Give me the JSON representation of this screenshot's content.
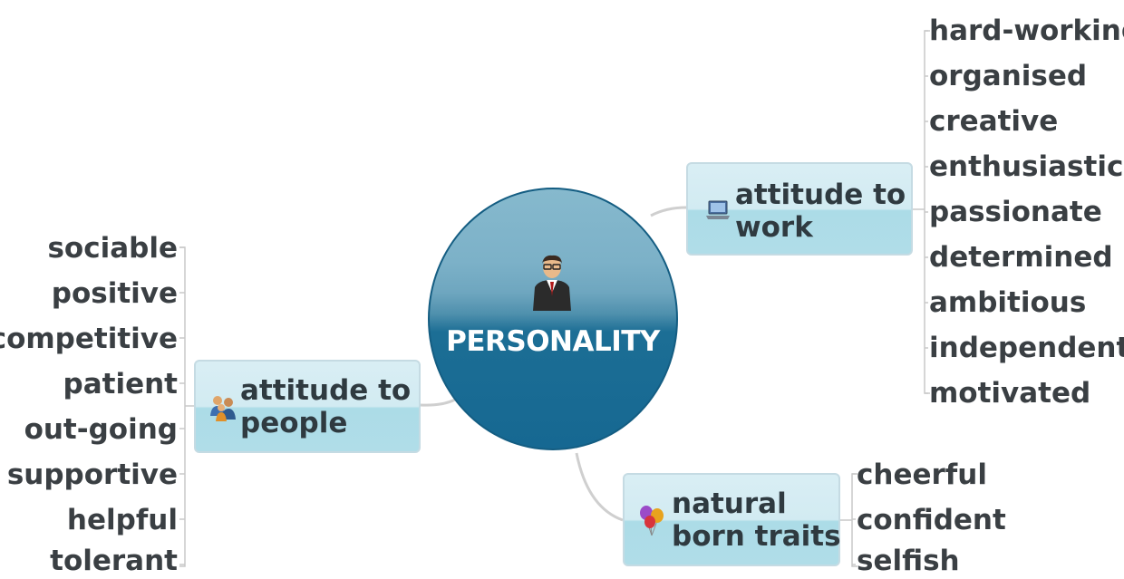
{
  "central": {
    "title": "PERSONALITY",
    "icon": "businessman-icon"
  },
  "branches": [
    {
      "label_lines": [
        "attitude to",
        "work"
      ],
      "icon": "laptop-icon",
      "leaves": [
        "hard-working",
        "organised",
        "creative",
        "enthusiastic",
        "passionate",
        "determined",
        "ambitious",
        "independent",
        "motivated"
      ]
    },
    {
      "label_lines": [
        "attitude to",
        "people"
      ],
      "icon": "people-icon",
      "leaves": [
        "sociable",
        "positive",
        "competitive",
        "patient",
        "out-going",
        "supportive",
        "helpful",
        "tolerant"
      ]
    },
    {
      "label_lines": [
        "natural",
        "born traits"
      ],
      "icon": "balloons-icon",
      "leaves": [
        "cheerful",
        "confident",
        "selfish"
      ]
    }
  ],
  "colors": {
    "central_fill": "#1c6e95",
    "branch_fill": "#b0dde8",
    "connector": "#cccccc",
    "text": "#3a3f43"
  }
}
